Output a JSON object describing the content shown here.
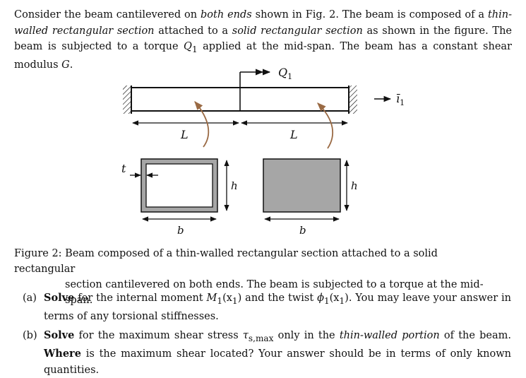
{
  "intro": {
    "s1": "Consider the beam cantilevered on ",
    "s1_em": "both ends",
    "s2": " shown in Fig. 2. The beam is composed of a ",
    "s2_em": "thin-walled rectangular section",
    "s3": " attached to a ",
    "s3_em": "solid rectangular section",
    "s4": " as shown in the figure. The beam is subjected to a torque ",
    "torque_symbol": "Q",
    "torque_sub": "1",
    "s5": " applied at the mid-span. The beam has a constant shear modulus ",
    "shear_symbol": "G",
    "s6": "."
  },
  "figure": {
    "torque_label": "Q",
    "torque_label_sub": "1",
    "axis_label": "ī",
    "axis_label_sub": "1",
    "length_left": "L",
    "length_right": "L",
    "thickness_label": "t",
    "height_label_left": "h",
    "height_label_right": "h",
    "width_label_left": "b",
    "width_label_right": "b",
    "colors": {
      "solid_fill": "#a6a6a6",
      "arrow_brown": "#9a6a44",
      "line": "#111111"
    }
  },
  "caption": {
    "label": "Figure 2:",
    "text1": "Beam composed of a thin-walled rectangular section attached to a solid rectangular",
    "text2": "section cantilevered on both ends. The beam is subjected to a torque at the mid-span."
  },
  "question_a": {
    "tag": "(a)",
    "bold": "Solve",
    "t1": " for the internal moment ",
    "moment": "M",
    "moment_sub": "1",
    "arg1": "(x",
    "arg1_sub": "1",
    "arg1_end": ")",
    "t2": " and the twist ",
    "twist": "ϕ",
    "twist_sub": "1",
    "arg2": "(x",
    "arg2_sub": "1",
    "arg2_end": ")",
    "t3": ". You may leave your answer in terms of any torsional stiffnesses."
  },
  "question_b": {
    "tag": "(b)",
    "bold1": "Solve",
    "t1": " for the maximum shear stress ",
    "tau": "τ",
    "tau_sub": "s,max",
    "t2": " only in the ",
    "em": "thin-walled portion",
    "t3": " of the beam. ",
    "bold2": "Where",
    "t4": " is the maximum shear located? Your answer should be in terms of only known quantities."
  }
}
